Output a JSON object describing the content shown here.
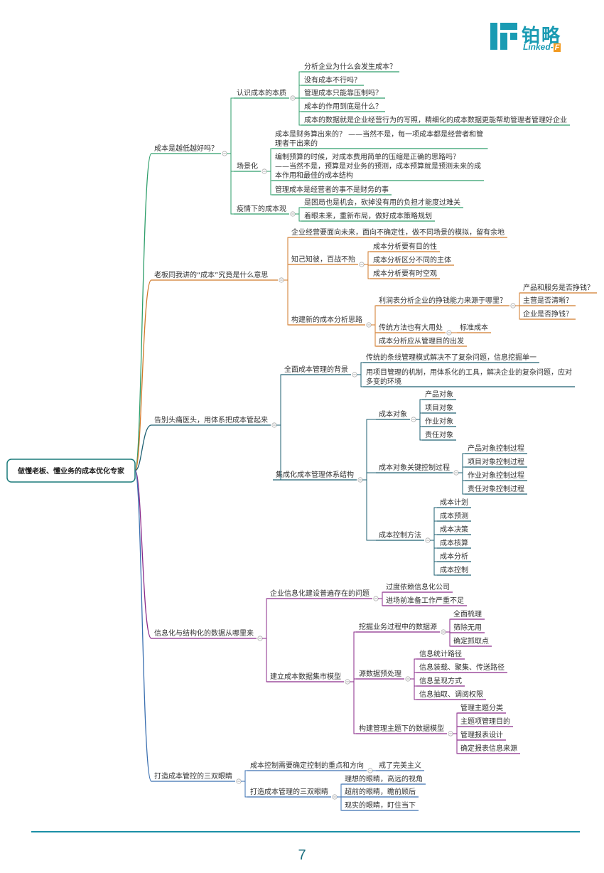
{
  "logo": {
    "name": "铂略",
    "sub_prefix": "Linked-",
    "sub_mark": "F"
  },
  "page_number": "7",
  "mindmap": {
    "root": "做懂老板、懂业务的成本优化专家",
    "branches": [
      {
        "label": "成本是越低越好吗？",
        "children": [
          {
            "label": "认识成本的本质",
            "children": [
              {
                "label": "分析企业为什么会发生成本？"
              },
              {
                "label": "没有成本不行吗？"
              },
              {
                "label": "管理成本只能靠压制吗？"
              },
              {
                "label": "成本的作用到底是什么？"
              },
              {
                "label": "成本的数据就是企业经营行为的写照，精细化的成本数据更能帮助管理者管理好企业"
              }
            ]
          },
          {
            "label": "场景化",
            "children": [
              {
                "label": [
                  "成本是财务算出来的？ ——当然不是，每一项成本都是经营者和管",
                  "理者干出来的"
                ]
              },
              {
                "label": [
                  "编制预算的时候，对成本费用简单的压缩是正确的思路吗？",
                  "——当然不是，预算是对业务的预测，成本预算就是预测未来的成",
                  "本作用和最佳的成本结构"
                ]
              },
              {
                "label": "管理成本是经营者的事不是财务的事"
              }
            ]
          },
          {
            "label": "疫情下的成本观",
            "children": [
              {
                "label": "是困局也是机会，砍掉没有用的负担才能度过难关"
              },
              {
                "label": "着眼未来，重新布局，做好成本策略规划"
              }
            ]
          }
        ]
      },
      {
        "label": "老板同我讲的“成本”究竟是什么意思",
        "children": [
          {
            "label": "企业经营要面向未来，面向不确定性，做不同场景的模拟，留有余地"
          },
          {
            "label": "知己知彼，百战不殆",
            "children": [
              {
                "label": "成本分析要有目的性"
              },
              {
                "label": "成本分析区分不同的主体"
              },
              {
                "label": "成本分析要有时空观"
              }
            ]
          },
          {
            "label": "构建新的成本分析思路",
            "children": [
              {
                "label": "利润表分析企业的挣钱能力来源于哪里？",
                "children": [
                  {
                    "label": "产品和服务是否挣钱？"
                  },
                  {
                    "label": "主营是否清晰？"
                  },
                  {
                    "label": "企业是否挣钱？"
                  }
                ]
              },
              {
                "label": "传统方法也有大用处",
                "children": [
                  {
                    "label": "标准成本"
                  }
                ]
              },
              {
                "label": "成本分析应从管理目的出发"
              }
            ]
          }
        ]
      },
      {
        "label": "告别头痛医头，用体系把成本管起来",
        "children": [
          {
            "label": "全面成本管理的背景",
            "children": [
              {
                "label": "传统的条线管理模式解决不了复杂问题，信息挖掘单一"
              },
              {
                "label": [
                  "用项目管理的机制，用体系化的工具，解决企业的复杂问题，应对",
                  "多变的环境"
                ]
              }
            ]
          },
          {
            "label": "集成化成本管理体系结构",
            "children": [
              {
                "label": "成本对象",
                "children": [
                  {
                    "label": "产品对象"
                  },
                  {
                    "label": "项目对象"
                  },
                  {
                    "label": "作业对象"
                  },
                  {
                    "label": "责任对象"
                  }
                ]
              },
              {
                "label": "成本对象关键控制过程",
                "children": [
                  {
                    "label": "产品对象控制过程"
                  },
                  {
                    "label": "项目对象控制过程"
                  },
                  {
                    "label": "作业对象控制过程"
                  },
                  {
                    "label": "责任对象控制过程"
                  }
                ]
              },
              {
                "label": "成本控制方法",
                "children": [
                  {
                    "label": "成本计划"
                  },
                  {
                    "label": "成本预测"
                  },
                  {
                    "label": "成本决策"
                  },
                  {
                    "label": "成本核算"
                  },
                  {
                    "label": "成本分析"
                  },
                  {
                    "label": "成本控制"
                  }
                ]
              }
            ]
          }
        ]
      },
      {
        "label": "信息化与结构化的数据从哪里来",
        "children": [
          {
            "label": "企业信息化建设普遍存在的问题",
            "children": [
              {
                "label": "过度依赖信息化公司"
              },
              {
                "label": "进场前准备工作严重不足"
              }
            ]
          },
          {
            "label": "建立成本数据集市模型",
            "children": [
              {
                "label": "挖掘业务过程中的数据源",
                "children": [
                  {
                    "label": "全面梳理"
                  },
                  {
                    "label": "筛除无用"
                  },
                  {
                    "label": "确定抓取点"
                  }
                ]
              },
              {
                "label": "源数据预处理",
                "children": [
                  {
                    "label": "信息统计路径"
                  },
                  {
                    "label": "信息装载、聚集、传送路径"
                  },
                  {
                    "label": "信息呈现方式"
                  },
                  {
                    "label": "信息抽取、调阅权限"
                  }
                ]
              },
              {
                "label": "构建管理主题下的数据模型",
                "children": [
                  {
                    "label": "管理主题分类"
                  },
                  {
                    "label": "主题项管理目的"
                  },
                  {
                    "label": "管理报表设计"
                  },
                  {
                    "label": "确定报表信息来源"
                  }
                ]
              }
            ]
          }
        ]
      },
      {
        "label": "打造成本管控的三双眼睛",
        "children": [
          {
            "label": "成本控制需要确定控制的重点和方向",
            "children": [
              {
                "label": "戒了完美主义"
              }
            ]
          },
          {
            "label": "打造成本管理的三双眼睛",
            "children": [
              {
                "label": "理想的眼睛，高远的视角"
              },
              {
                "label": "超前的眼睛，瞻前顾后"
              },
              {
                "label": "现实的眼睛，盯住当下"
              }
            ]
          }
        ]
      }
    ]
  },
  "colors": {
    "root_border": "#1a7a7a",
    "branches": [
      "#2e9e6a",
      "#d07a2a",
      "#1d5f72",
      "#8a2a8a",
      "#3a6fb0"
    ],
    "connector": "#888888",
    "text": "#333333",
    "footer": "#1a8fa6",
    "logo": "#1a9bb3",
    "logo_accent": "#f29a1f"
  }
}
